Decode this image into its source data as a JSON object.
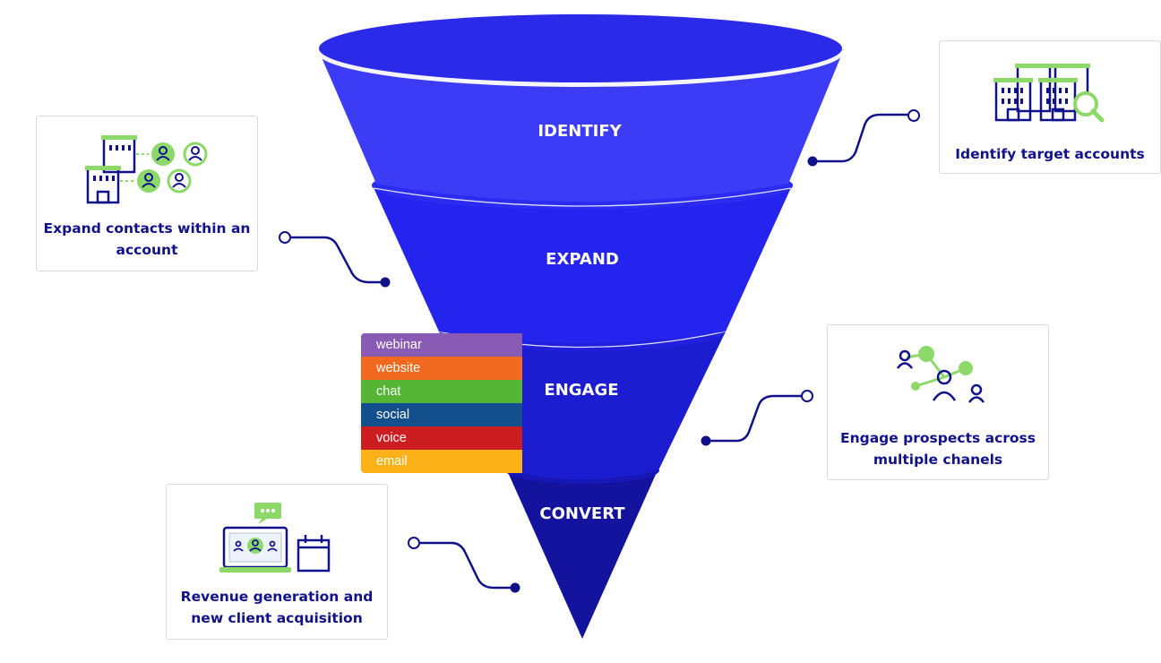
{
  "stages": [
    {
      "label": "IDENTIFY"
    },
    {
      "label": "EXPAND"
    },
    {
      "label": "ENGAGE"
    },
    {
      "label": "CONVERT"
    }
  ],
  "cards": {
    "identify": {
      "text": "Identify target accounts",
      "icon": "buildings-search-icon"
    },
    "expand": {
      "text": "Expand contacts within an account",
      "icon": "buildings-contacts-icon"
    },
    "engage": {
      "text": "Engage prospects across multiple chanels",
      "icon": "network-people-icon"
    },
    "convert": {
      "text": "Revenue generation and new client acquisition",
      "icon": "laptop-calendar-icon"
    }
  },
  "channels": [
    {
      "label": "webinar",
      "color": "#8a5bb4"
    },
    {
      "label": "website",
      "color": "#f26a1f"
    },
    {
      "label": "chat",
      "color": "#55b535"
    },
    {
      "label": "social",
      "color": "#124f8c"
    },
    {
      "label": "voice",
      "color": "#cc1d21"
    },
    {
      "label": "email",
      "color": "#fbb117"
    }
  ],
  "colors": {
    "identify": "#3c3cf7",
    "expand": "#2424ee",
    "engage": "#1c1cd0",
    "convert": "#13139e",
    "rim": "#2a2ae8",
    "text": "#11128a",
    "connector": "#11128a",
    "accent_green": "#8cd96a"
  }
}
